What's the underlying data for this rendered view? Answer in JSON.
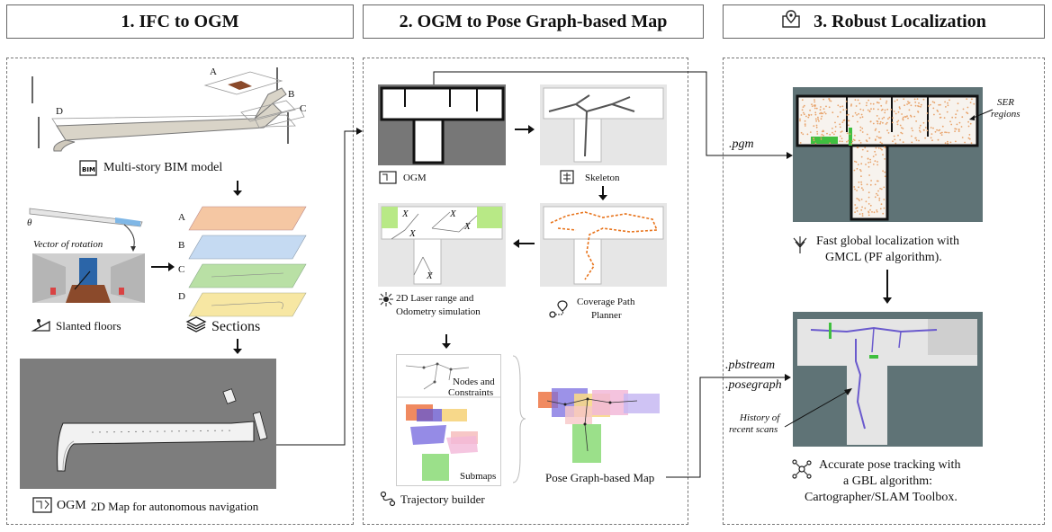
{
  "headers": {
    "step1": "1. IFC to OGM",
    "step2": "2. OGM to Pose Graph-based Map",
    "step3": "3. Robust Localization"
  },
  "panel1": {
    "bim_letters": [
      "A",
      "B",
      "C",
      "D"
    ],
    "bim_label": "Multi-story BIM model",
    "theta": "θ",
    "vector_label": "Vector of rotation",
    "section_letters": [
      "A",
      "B",
      "C",
      "D"
    ],
    "slanted_label": "Slanted floors",
    "sections_label": "Sections",
    "ogm_label": "OGM",
    "ogm_desc": "2D Map for autonomous navigation"
  },
  "panel2": {
    "ogm_label": "OGM",
    "skeleton_label": "Skeleton",
    "laser_label_1": "2D Laser range and",
    "laser_label_2": "Odometry simulation",
    "coverage_label_1": "Coverage Path",
    "coverage_label_2": "Planner",
    "nodes_label_1": "Nodes and",
    "nodes_label_2": "Constraints",
    "submaps_label": "Submaps",
    "pose_graph_label": "Pose Graph-based Map",
    "trajectory_label": "Trajectory builder",
    "x_marks": [
      "X",
      "X",
      "X",
      "X",
      "X"
    ]
  },
  "panel3": {
    "pgm_label": ".pgm",
    "ser_label_1": "SER",
    "ser_label_2": "regions",
    "fast_label_1": "Fast global localization with",
    "fast_label_2": "GMCL (PF algorithm).",
    "pbstream_label": ".pbstream",
    "posegraph_label": ".posegraph",
    "history_label_1": "History of",
    "history_label_2": "recent scans",
    "accurate_label_1": "Accurate pose tracking with",
    "accurate_label_2": "a GBL algorithm:",
    "accurate_label_3": "Cartographer/SLAM Toolbox."
  },
  "colors": {
    "section_a": "#f5c7a3",
    "section_b": "#c5daf2",
    "section_c": "#b9e0a5",
    "section_d": "#f7e7a3",
    "particles": "#e8a36b",
    "path_orange": "#e8741c",
    "map_dark": "#5f7376",
    "trajectory_blue": "#6a5acd"
  }
}
